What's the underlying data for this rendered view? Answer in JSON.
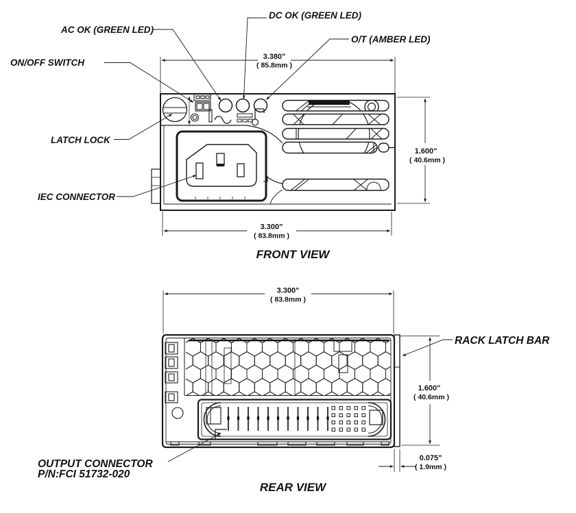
{
  "front": {
    "title": "FRONT VIEW",
    "labels": {
      "dc_ok": "DC OK (GREEN LED)",
      "ac_ok": "AC OK (GREEN LED)",
      "ot": "O/T (AMBER LED)",
      "on_off": "ON/OFF SWITCH",
      "latch_lock": "LATCH LOCK",
      "iec": "IEC CONNECTOR"
    },
    "dims": {
      "width_top_in": "3.380\"",
      "width_top_mm": "( 85.8mm )",
      "height_in": "1.600\"",
      "height_mm": "( 40.6mm )",
      "width_bottom_in": "3.300\"",
      "width_bottom_mm": "( 83.8mm )"
    }
  },
  "rear": {
    "title": "REAR VIEW",
    "labels": {
      "rack_latch_bar": "RACK LATCH BAR",
      "output_connector": "OUTPUT CONNECTOR",
      "output_connector_pn": "P/N:FCI 51732-020"
    },
    "dims": {
      "width_top_in": "3.300\"",
      "width_top_mm": "( 83.8mm )",
      "height_in": "1.600\"",
      "height_mm": "( 40.6mm )",
      "latch_in": "0.075\"",
      "latch_mm": "( 1.9mm )"
    }
  },
  "colors": {
    "ink": "#1a1a1a",
    "paper": "#ffffff"
  }
}
